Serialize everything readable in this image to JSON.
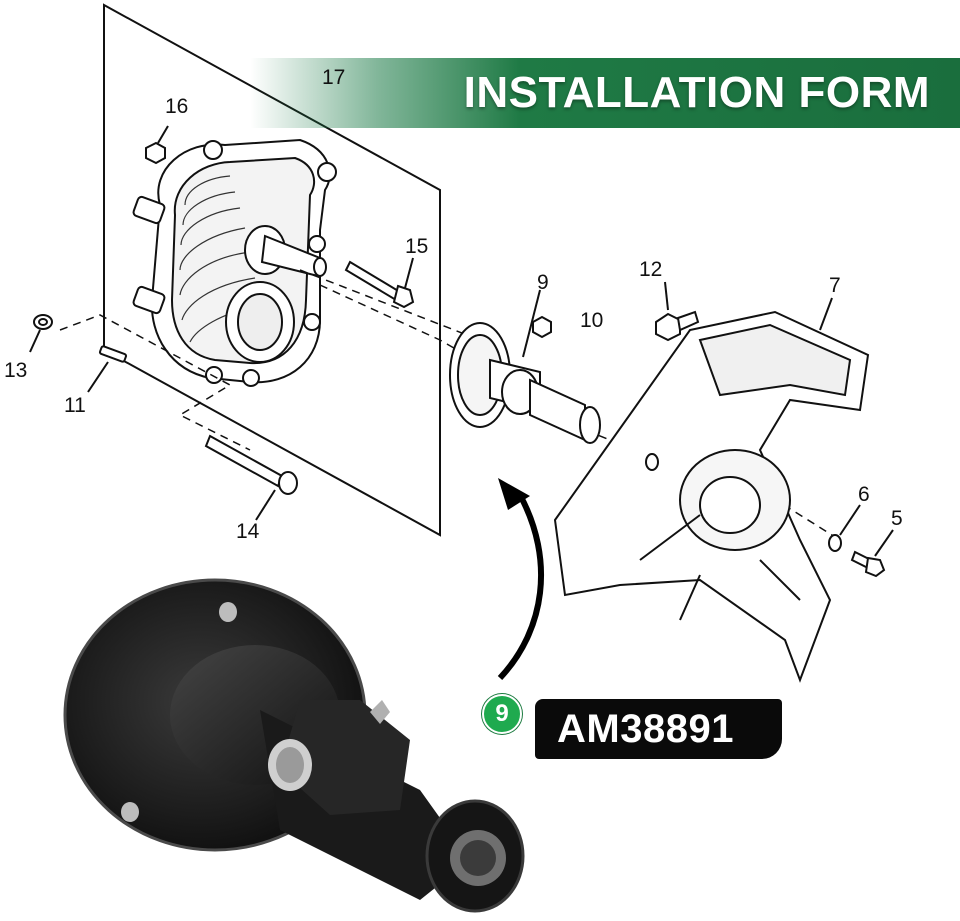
{
  "banner": {
    "title": "INSTALLATION FORM"
  },
  "callouts": {
    "c17": "17",
    "c16": "16",
    "c15": "15",
    "c9": "9",
    "c12": "12",
    "c7": "7",
    "c10": "10",
    "c13": "13",
    "c11": "11",
    "c14": "14",
    "c6": "6",
    "c5": "5"
  },
  "part": {
    "index": "9",
    "number": "AM38891"
  },
  "colors": {
    "banner_green": "#1a6e3d",
    "badge_green": "#1faa4f",
    "label_black": "#0a0a0a"
  }
}
